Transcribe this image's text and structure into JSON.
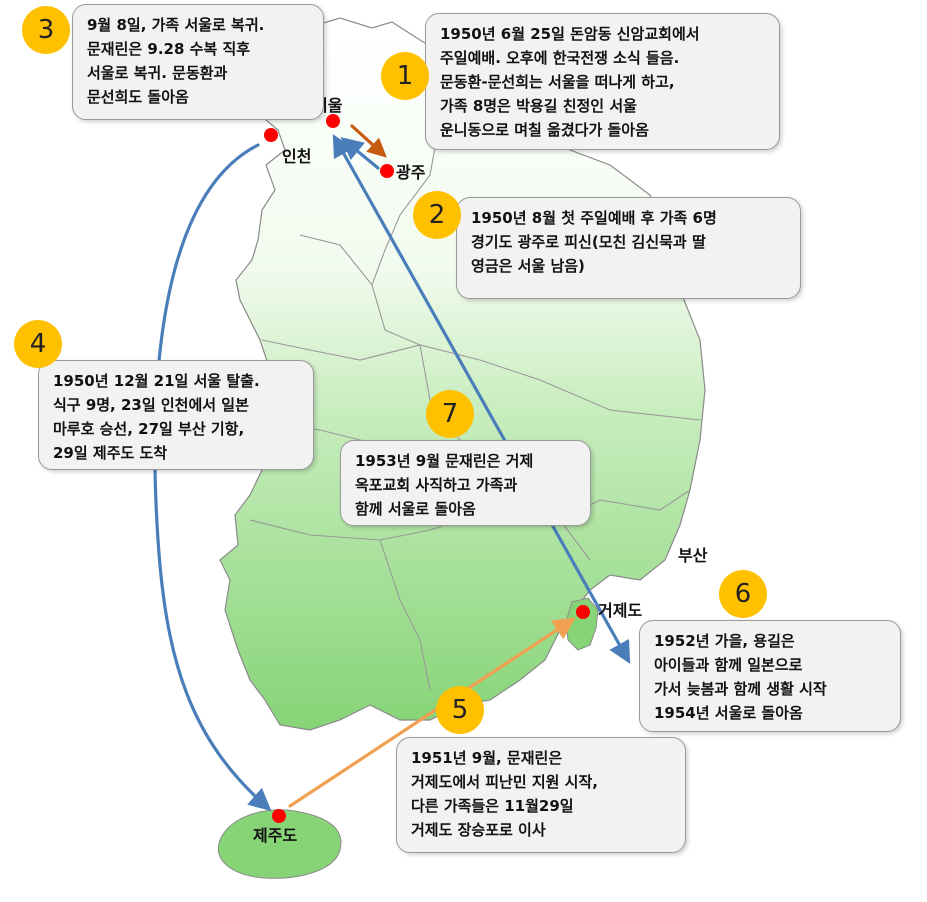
{
  "places": {
    "seoul": "서울",
    "incheon": "인천",
    "gwangju": "광주",
    "busan": "부산",
    "geoje": "거제도",
    "jeju": "제주도"
  },
  "steps": [
    {
      "number": "1",
      "lines": [
        "1950년 6월 25일 돈암동 신암교회에서",
        "주일예배. 오후에 한국전쟁 소식 들음.",
        "문동환-문선희는 서울을 떠나게 하고,",
        "가족 8명은 박용길 친정인 서울",
        "운니동으로 며칠 옮겼다가 돌아옴"
      ]
    },
    {
      "number": "2",
      "lines": [
        "1950년 8월 첫 주일예배 후 가족 6명",
        "경기도 광주로 피신(모친 김신묵과 딸",
        "영금은 서울 남음)"
      ]
    },
    {
      "number": "3",
      "lines": [
        "9월 8일, 가족 서울로 복귀.",
        "문재린은 9.28 수복 직후",
        "서울로 복귀. 문동환과",
        "문선희도 돌아옴"
      ]
    },
    {
      "number": "4",
      "lines": [
        "1950년 12월 21일 서울 탈출.",
        "식구 9명, 23일 인천에서 일본",
        "마루호 승선, 27일 부산 기항,",
        "29일 제주도 도착"
      ]
    },
    {
      "number": "5",
      "lines": [
        "1951년 9월, 문재린은",
        "거제도에서 피난민 지원 시작,",
        "다른 가족들은 11월29일",
        "거제도 장승포로 이사"
      ]
    },
    {
      "number": "6",
      "lines": [
        "1952년 가을, 용길은",
        "아이들과 함께 일본으로",
        "가서 늦봄과 함께 생활 시작",
        "1954년 서울로 돌아옴"
      ]
    },
    {
      "number": "7",
      "lines": [
        "1953년 9월 문재린은 거제",
        "옥포교회 사직하고 가족과",
        "함께 서울로 돌아옴"
      ]
    }
  ],
  "colors": {
    "land_north": "#ffffff",
    "land_south": "#8ed880",
    "border": "#909090",
    "route_blue": "#4a7ebb",
    "route_orange": "#e38b2c",
    "route_brown": "#c55a11",
    "marker": "#ff0000",
    "badge": "#ffc000"
  }
}
